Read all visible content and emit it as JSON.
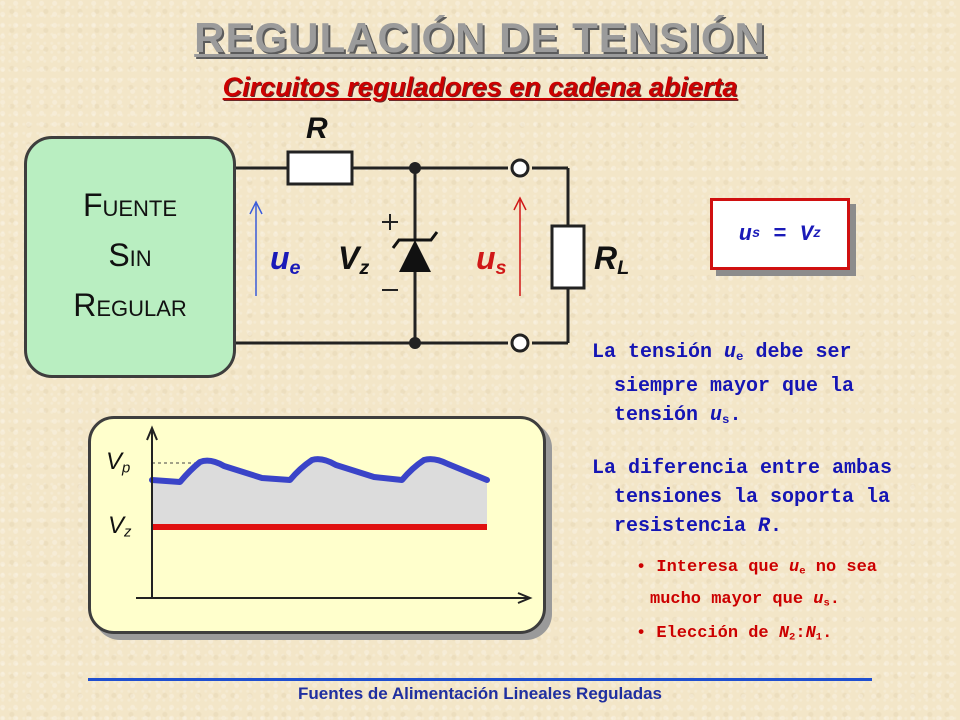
{
  "title": "REGULACIÓN DE TENSIÓN",
  "subtitle": "Circuitos reguladores en cadena abierta",
  "source_box": {
    "line1": {
      "cap": "F",
      "rest": "UENTE"
    },
    "line2": {
      "cap": "S",
      "rest": "IN"
    },
    "line3": {
      "cap": "R",
      "rest": "EGULAR"
    }
  },
  "circuit": {
    "resistor_label": "R",
    "input_label": {
      "base": "u",
      "sub": "e"
    },
    "zener_label": {
      "base": "V",
      "sub": "z"
    },
    "output_label": {
      "base": "u",
      "sub": "s"
    },
    "load_label": {
      "base": "R",
      "sub": "L"
    },
    "plus_sign": "+",
    "colors": {
      "input_arrow": "#3a5bd9",
      "output_arrow": "#d01818",
      "wire": "#222222"
    }
  },
  "formula": {
    "lhs": "u",
    "lhs_sub": "s",
    "eq": " = ",
    "rhs": "V",
    "rhs_sub": "z"
  },
  "paragraphs": [
    {
      "pre": "La tensión ",
      "var": "u",
      "sub": "e",
      "post": " debe ser siempre mayor que la tensión ",
      "var2": "u",
      "sub2": "s",
      "end": "."
    },
    {
      "text": "La diferencia entre ambas tensiones la soporta la resistencia ",
      "var": "R",
      "end": "."
    }
  ],
  "bullets": [
    {
      "marker": "•",
      "pre": "Interesa que ",
      "var": "u",
      "sub": "e",
      "mid": " no sea mucho mayor que ",
      "var2": "u",
      "sub2": "s",
      "end": "."
    },
    {
      "marker": "•",
      "pre": "Elección de ",
      "var": "N",
      "sub": "2",
      "mid": ":",
      "var2": "N",
      "sub2": "1",
      "end": "."
    }
  ],
  "graph": {
    "vp_label": {
      "base": "V",
      "sub": "p"
    },
    "vz_label": {
      "base": "V",
      "sub": "z"
    },
    "colors": {
      "ripple": "#3a44c8",
      "vz_line": "#e01010",
      "fill": "#dcdcdc",
      "axes": "#222222"
    }
  },
  "footer": "Fuentes de Alimentación Lineales Reguladas"
}
